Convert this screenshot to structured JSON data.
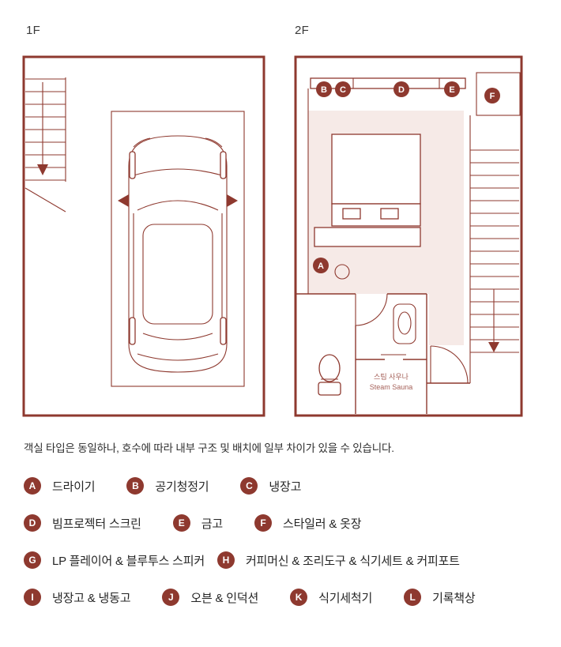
{
  "colors": {
    "accent": "#8e392f",
    "room_fill": "#f6eae7"
  },
  "floors": {
    "f1": {
      "label": "1F"
    },
    "f2": {
      "label": "2F",
      "sauna_kr": "스팀 사우나",
      "sauna_en": "Steam Sauna",
      "markers": [
        {
          "letter": "A"
        },
        {
          "letter": "B"
        },
        {
          "letter": "C"
        },
        {
          "letter": "D"
        },
        {
          "letter": "E"
        },
        {
          "letter": "F"
        }
      ]
    }
  },
  "note": "객실 타입은 동일하나, 호수에 따라 내부 구조 및 배치에 일부 차이가 있을 수 있습니다.",
  "legend": [
    {
      "letter": "A",
      "label": "드라이기"
    },
    {
      "letter": "B",
      "label": "공기청정기"
    },
    {
      "letter": "C",
      "label": "냉장고"
    },
    {
      "letter": "D",
      "label": "빔프로젝터 스크린"
    },
    {
      "letter": "E",
      "label": "금고"
    },
    {
      "letter": "F",
      "label": "스타일러 & 옷장"
    },
    {
      "letter": "G",
      "label": "LP 플레이어 & 블루투스 스피커"
    },
    {
      "letter": "H",
      "label": "커피머신 & 조리도구 & 식기세트 & 커피포트"
    },
    {
      "letter": "I",
      "label": "냉장고 & 냉동고"
    },
    {
      "letter": "J",
      "label": "오븐 & 인덕션"
    },
    {
      "letter": "K",
      "label": "식기세척기"
    },
    {
      "letter": "L",
      "label": "기록책상"
    }
  ]
}
